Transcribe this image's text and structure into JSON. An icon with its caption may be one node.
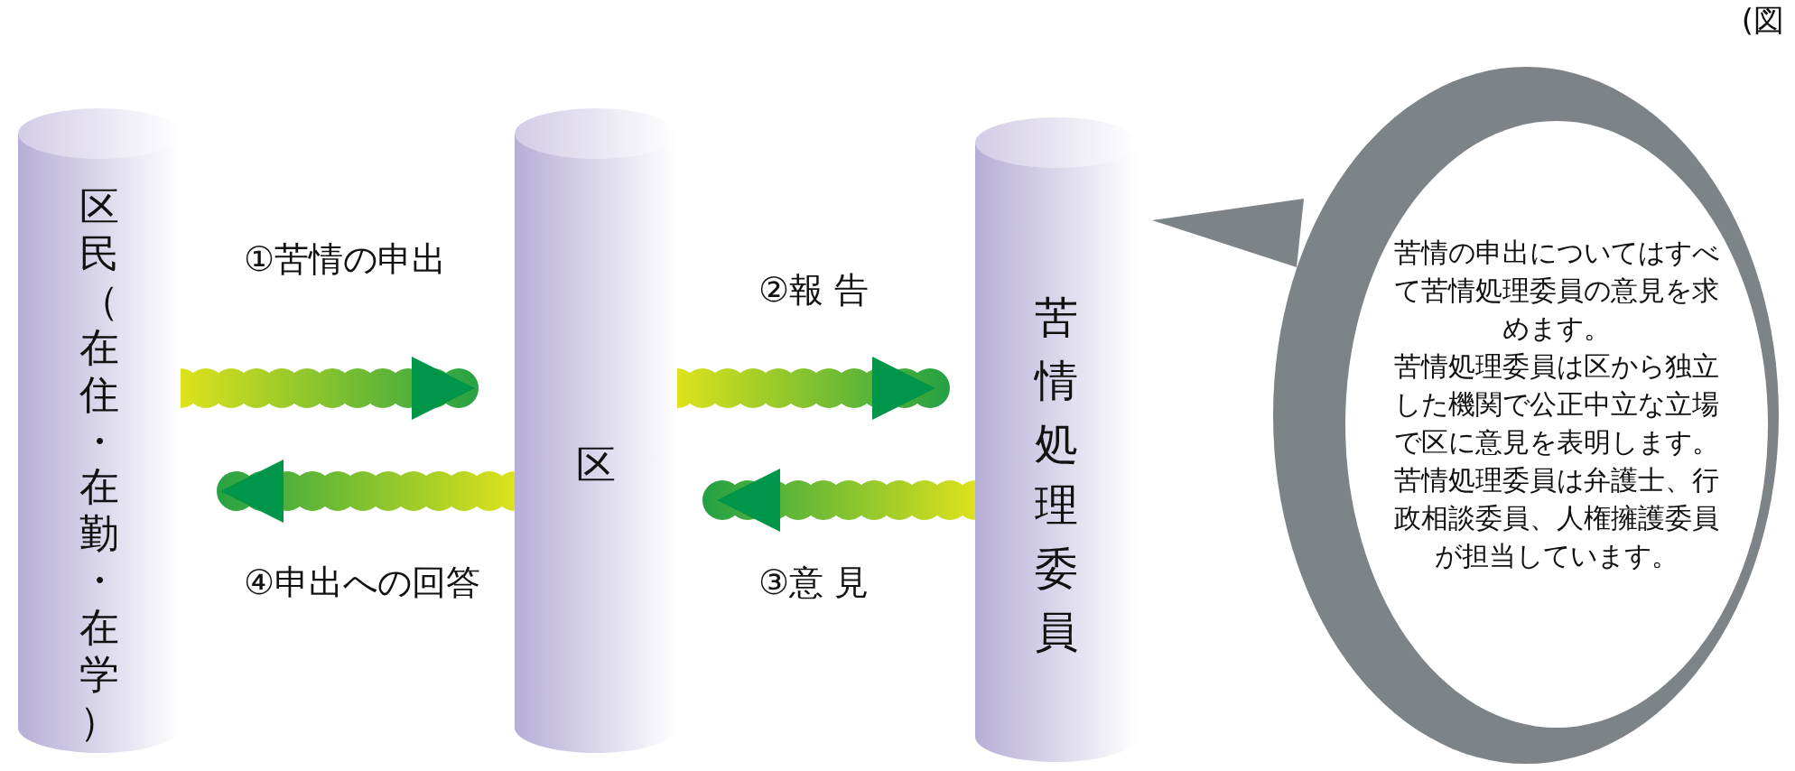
{
  "diagram": {
    "nodes": [
      {
        "text": [
          "区民（在住・在勤・在学）"
        ]
      },
      {
        "text": [
          "区"
        ]
      },
      {
        "text": [
          "苦情処理委員"
        ]
      },
      {
        "text": [
          "苦情の申出についてはすべて苦情処理委員の意見を求めます。",
          "苦情処理委員は区から独立した機関で公正中立な立場で区に意見を表明します。",
          "苦情処理委員は弁護士、行政相談委員、人権擁護委員が担当しています。"
        ]
      }
    ],
    "edges": [
      {
        "from": 0,
        "to": 1,
        "arrow": "to",
        "label": "①苦情の申出"
      },
      {
        "from": 1,
        "to": 0,
        "arrow": "to",
        "label": "④申出への回答"
      },
      {
        "from": 1,
        "to": 2,
        "arrow": "to",
        "label": "②報 告"
      },
      {
        "from": 2,
        "to": 1,
        "arrow": "to",
        "label": "③意 見"
      }
    ],
    "labels": [
      "(図"
    ]
  }
}
